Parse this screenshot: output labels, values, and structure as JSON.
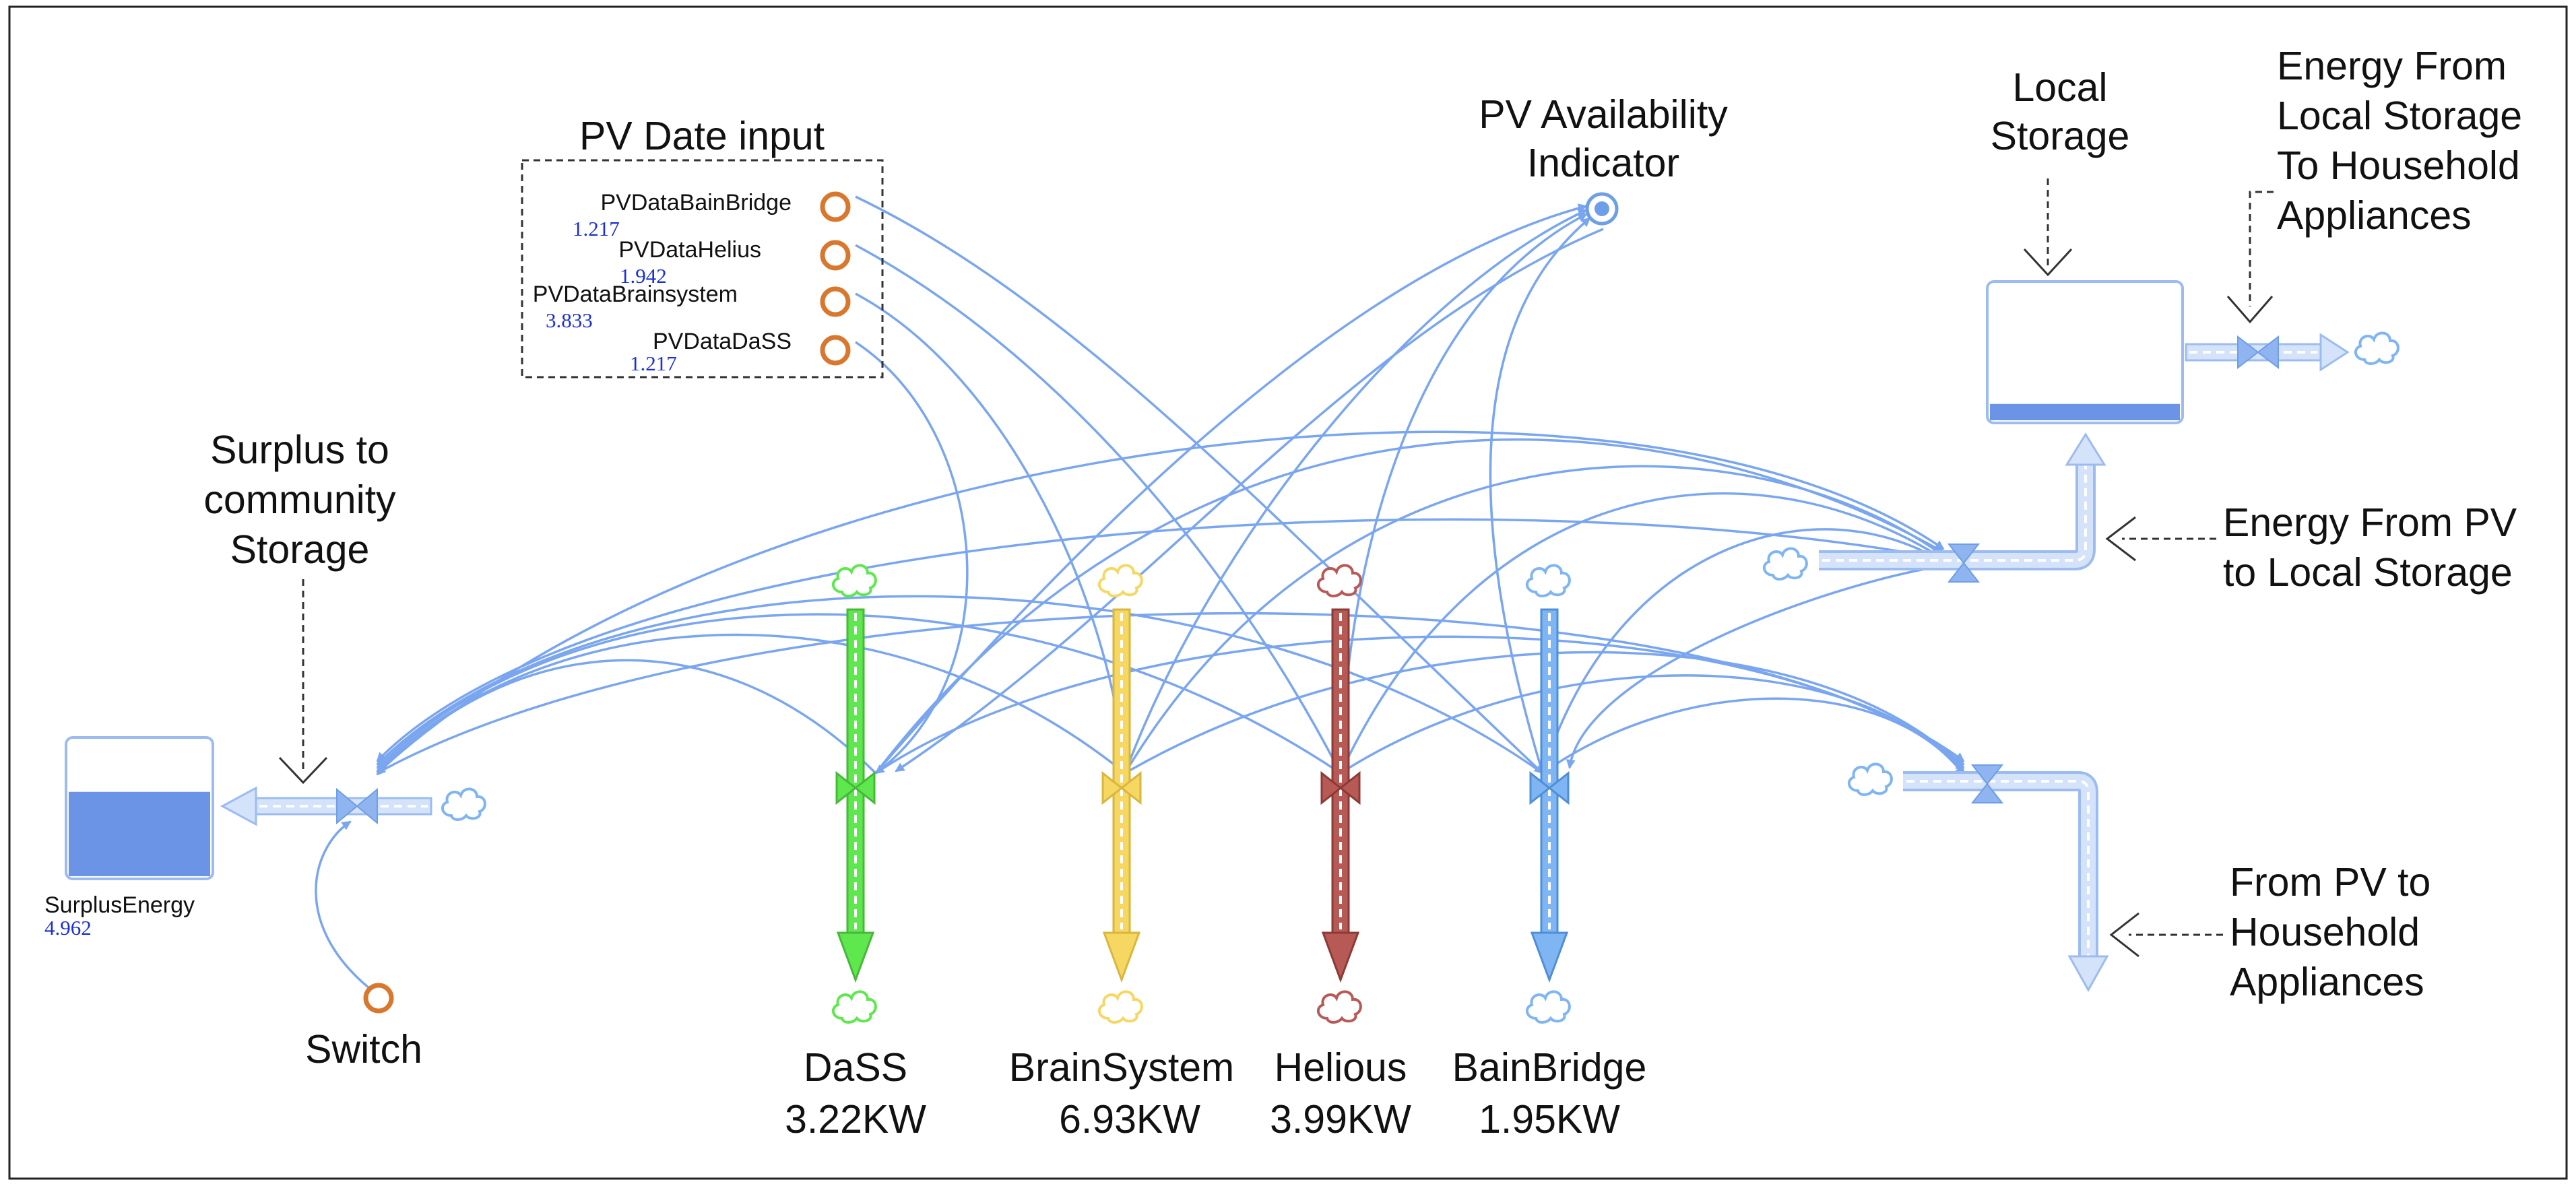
{
  "labels": {
    "pv_date_input": "PV Date input",
    "pv_availability": [
      "PV Availability",
      "Indicator"
    ],
    "local_storage": [
      "Local",
      "Storage"
    ],
    "energy_local_to_household": [
      "Energy From",
      "Local Storage",
      "To Household",
      "Appliances"
    ],
    "surplus_to_community": [
      "Surplus to",
      "community",
      "Storage"
    ],
    "energy_pv_to_local": [
      "Energy From PV",
      "to Local Storage"
    ],
    "from_pv_to_household": [
      "From PV to",
      "Household",
      "Appliances"
    ],
    "switch": "Switch"
  },
  "pv_inputs": [
    {
      "name": "PVDataBainBridge",
      "value": "1.217"
    },
    {
      "name": "PVDataHelius",
      "value": "1.942"
    },
    {
      "name": "PVDataBrainsystem",
      "value": "3.833"
    },
    {
      "name": "PVDataDaSS",
      "value": "1.217"
    }
  ],
  "surplus": {
    "name": "SurplusEnergy",
    "value": "4.962",
    "fill_fraction": 0.62
  },
  "local_storage_fill_fraction": 0.12,
  "households": [
    {
      "name": "DaSS",
      "power": "3.22KW",
      "color": "#5ee84e",
      "dark": "#46b83a"
    },
    {
      "name": "BrainSystem",
      "power": "6.93KW",
      "color": "#f5d762",
      "dark": "#d9b63c"
    },
    {
      "name": "Helious",
      "power": "3.99KW",
      "color": "#b75a55",
      "dark": "#8c3a36"
    },
    {
      "name": "BainBridge",
      "power": "1.95KW",
      "color": "#7fb5f2",
      "dark": "#4e8fd8"
    }
  ],
  "colors": {
    "accent": "#6d9ee8",
    "stock_fill": "#6b93e6",
    "aux": "#d9772d",
    "link": "#7aa6f0"
  }
}
